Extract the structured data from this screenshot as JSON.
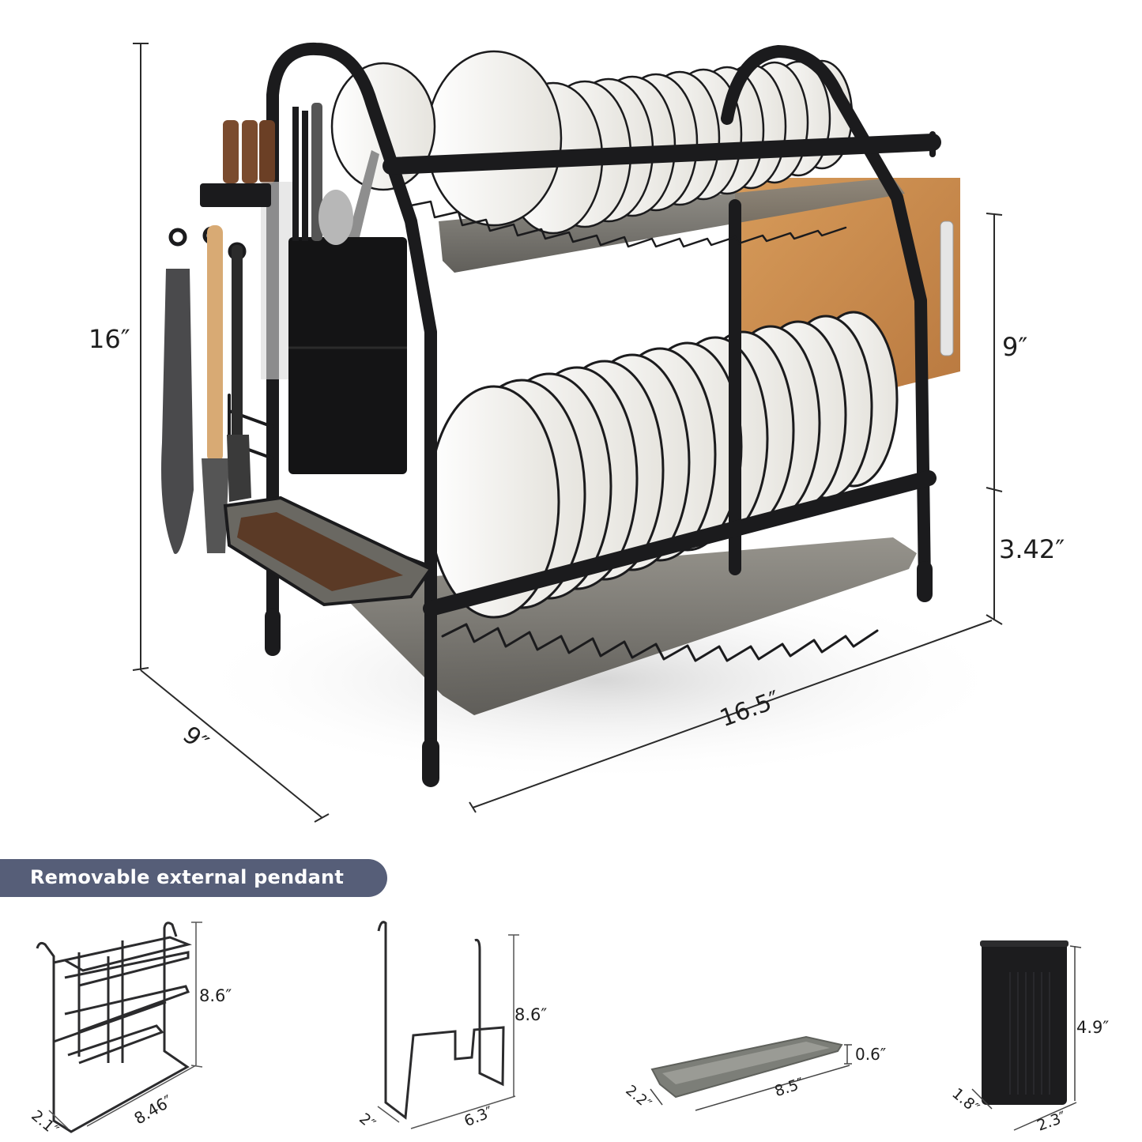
{
  "main_product": {
    "name": "2-tier dish drying rack",
    "dimensions": {
      "total_height": "16″",
      "depth": "9″",
      "width": "16.5″",
      "tier_gap": "9″",
      "bottom_clearance": "3.42″"
    }
  },
  "section_badge": {
    "label": "Removable external pendant",
    "color": "#565e78"
  },
  "accessories": [
    {
      "name": "wire-utensil-rack",
      "height": "8.6″",
      "width": "8.46″",
      "depth": "2.1″"
    },
    {
      "name": "cutting-board-holder",
      "height": "8.6″",
      "width": "6.3″",
      "depth": "2″"
    },
    {
      "name": "drip-tray",
      "height": "0.6″",
      "width": "8.5″",
      "depth": "2.2″"
    },
    {
      "name": "utensil-cup",
      "height": "4.9″",
      "width": "2.3″",
      "depth": "1.8″"
    }
  ],
  "colors": {
    "frame": "#1b1b1d",
    "plate": "#f7f6f2",
    "plate_rim": "#9c7f5c",
    "tray": "#6a6862",
    "board": "#c98a4c",
    "dimension_line": "#2a2a2a"
  }
}
